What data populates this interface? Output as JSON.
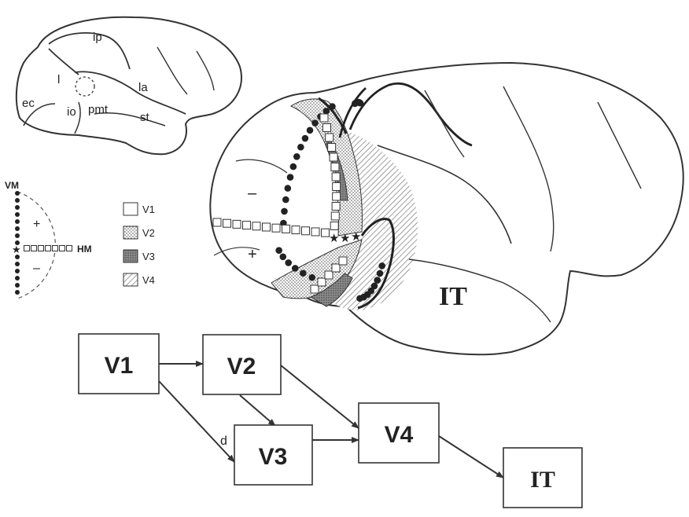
{
  "small_brain": {
    "sulcus_labels": {
      "ip": "ip",
      "l": "l",
      "la": "la",
      "ec": "ec",
      "io": "io",
      "pmt": "pmt",
      "st": "st"
    }
  },
  "visual_field": {
    "vm": "VM",
    "hm": "HM",
    "upper_sign": "+",
    "lower_sign": "–"
  },
  "legend": {
    "items": [
      {
        "label": "V1",
        "fill": "white"
      },
      {
        "label": "V2",
        "fill": "dotted"
      },
      {
        "label": "V3",
        "fill": "dark"
      },
      {
        "label": "V4",
        "fill": "hatched"
      }
    ]
  },
  "large_brain": {
    "upper_sign": "–",
    "lower_sign": "+",
    "it_label": "IT"
  },
  "flow_diagram": {
    "nodes": {
      "v1": "V1",
      "v2": "V2",
      "v3": "V3",
      "v4": "V4",
      "it": "IT"
    },
    "edges": [
      {
        "from": "V1",
        "to": "V2"
      },
      {
        "from": "V1",
        "to": "V3",
        "label": "d"
      },
      {
        "from": "V2",
        "to": "V3"
      },
      {
        "from": "V2",
        "to": "V4"
      },
      {
        "from": "V3",
        "to": "V4"
      },
      {
        "from": "V4",
        "to": "IT"
      }
    ]
  }
}
